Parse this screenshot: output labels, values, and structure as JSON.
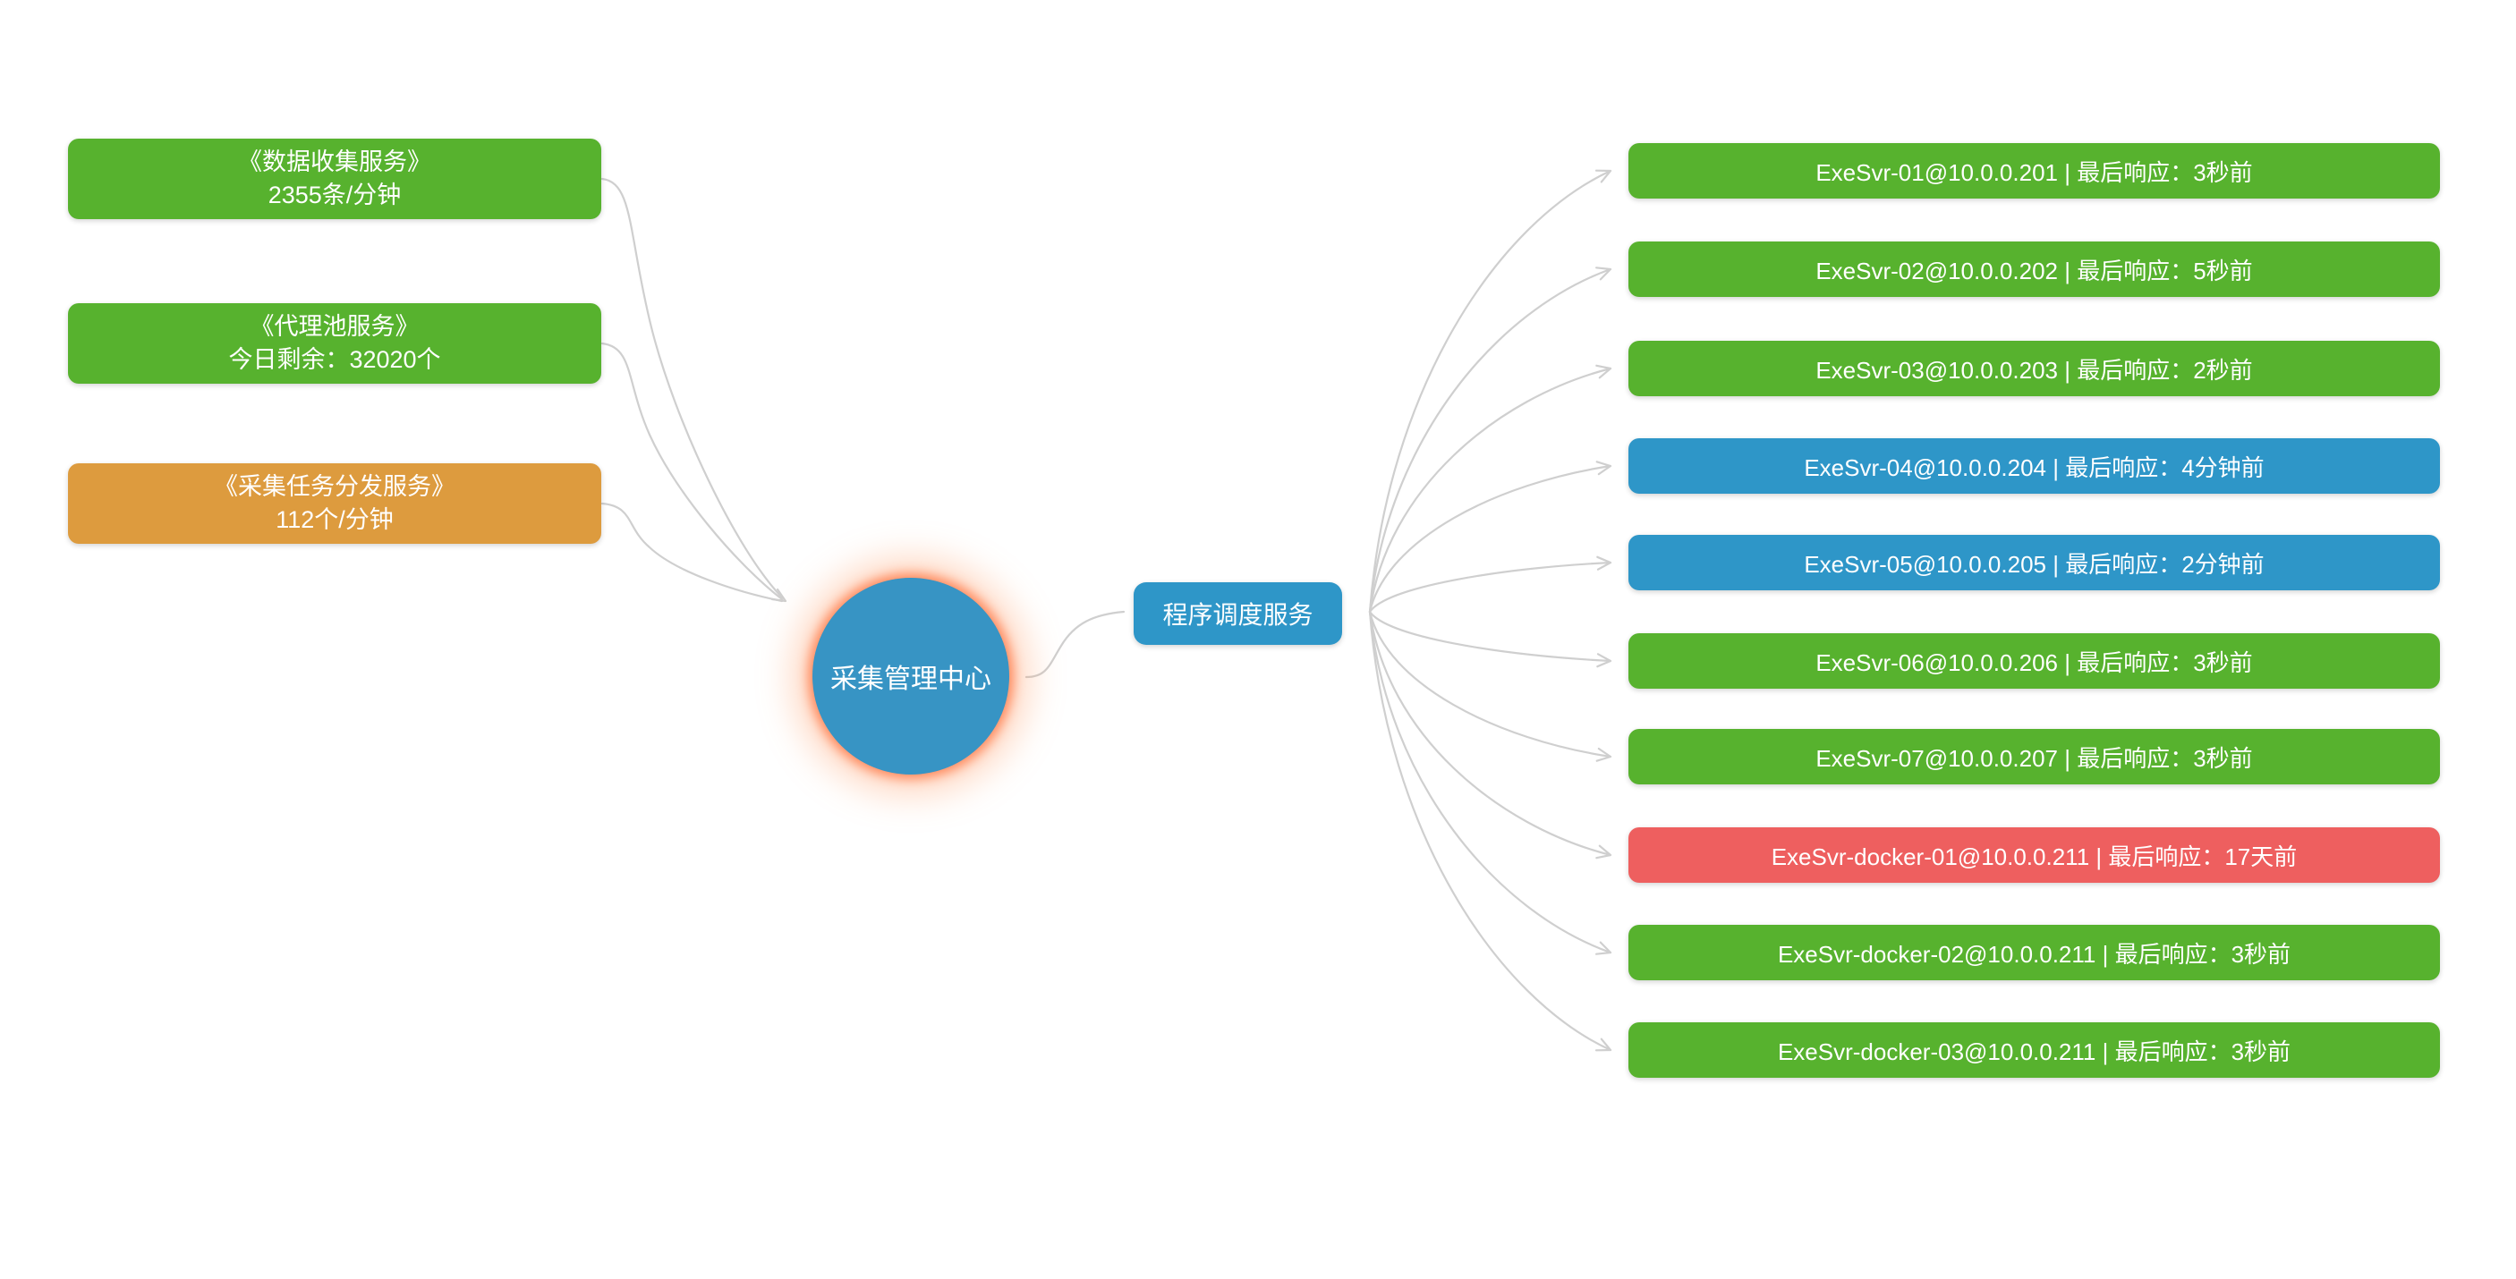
{
  "colors": {
    "green": "#57b22e",
    "blue": "#2e96c8",
    "orange": "#dd9b3e",
    "red": "#ee5f5f",
    "circle": "#3794c4",
    "connector": "#cfcfcf"
  },
  "root": {
    "label": "采集管理中心"
  },
  "left_nodes": [
    {
      "title": "《数据收集服务》",
      "subtitle": "2355条/分钟",
      "status": "green"
    },
    {
      "title": "《代理池服务》",
      "subtitle": "今日剩余：32020个",
      "status": "green"
    },
    {
      "title": "《采集任务分发服务》",
      "subtitle": "112个/分钟",
      "status": "orange"
    }
  ],
  "scheduler": {
    "label": "程序调度服务",
    "status": "blue"
  },
  "servers": [
    {
      "label": "ExeSvr-01@10.0.0.201 | 最后响应：3秒前",
      "status": "green"
    },
    {
      "label": "ExeSvr-02@10.0.0.202 | 最后响应：5秒前",
      "status": "green"
    },
    {
      "label": "ExeSvr-03@10.0.0.203 | 最后响应：2秒前",
      "status": "green"
    },
    {
      "label": "ExeSvr-04@10.0.0.204 | 最后响应：4分钟前",
      "status": "blue"
    },
    {
      "label": "ExeSvr-05@10.0.0.205 | 最后响应：2分钟前",
      "status": "blue"
    },
    {
      "label": "ExeSvr-06@10.0.0.206 | 最后响应：3秒前",
      "status": "green"
    },
    {
      "label": "ExeSvr-07@10.0.0.207 | 最后响应：3秒前",
      "status": "green"
    },
    {
      "label": "ExeSvr-docker-01@10.0.0.211 | 最后响应：17天前",
      "status": "red"
    },
    {
      "label": "ExeSvr-docker-02@10.0.0.211 | 最后响应：3秒前",
      "status": "green"
    },
    {
      "label": "ExeSvr-docker-03@10.0.0.211 | 最后响应：3秒前",
      "status": "green"
    }
  ]
}
